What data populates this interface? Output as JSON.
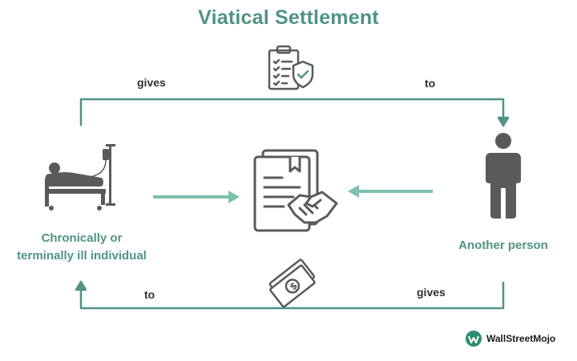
{
  "title": "Viatical Settlement",
  "flow": {
    "top_left_label": "gives",
    "top_right_label": "to",
    "bottom_left_label": "to",
    "bottom_right_label": "gives"
  },
  "parties": {
    "seller_line1": "Chronically or",
    "seller_line2": "terminally ill individual",
    "buyer": "Another person"
  },
  "branding": {
    "text": "WallStreetMojo"
  },
  "colors": {
    "accent": "#4f9384",
    "icon": "#5a5a5a",
    "arrow": "#6fb8a6",
    "text": "#2f2f2f"
  },
  "icons": {
    "policy": "insurance-policy-icon",
    "patient": "patient-in-bed-icon",
    "agreement": "contract-handshake-icon",
    "person": "person-icon",
    "money": "money-icon"
  }
}
